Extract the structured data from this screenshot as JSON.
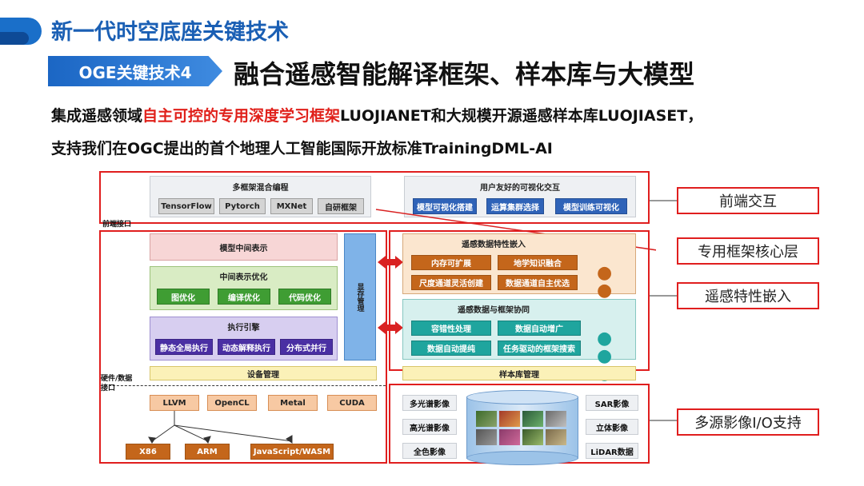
{
  "header": {
    "title": "新一代时空底座关键技术",
    "tag": "OGE关键技术4",
    "subtitle": "融合遥感智能解译框架、样本库与大模型",
    "desc_line1_pre": "集成遥感领域",
    "desc_line1_red": "自主可控的专用深度学习框架",
    "desc_line1_post": "LUOJIANET和大规模开源遥感样本库LUOJIASET，",
    "desc_line2": "支持我们在OGC提出的首个地理人工智能国际开放标准TrainingDML-AI"
  },
  "diagram": {
    "frontend_interface": "前端接口",
    "multi_framework": {
      "title": "多框架混合编程",
      "items": [
        "TensorFlow",
        "Pytorch",
        "MXNet",
        "自研框架"
      ]
    },
    "visual_interaction": {
      "title": "用户友好的可视化交互",
      "items": [
        "模型可视化搭建",
        "运算集群选择",
        "模型训练可视化"
      ]
    },
    "model_ir": "模型中间表示",
    "ir_optimization": {
      "title": "中间表示优化",
      "items": [
        "图优化",
        "编译优化",
        "代码优化"
      ]
    },
    "exec_engine": {
      "title": "执行引擎",
      "items": [
        "静态全局执行",
        "动态解释执行",
        "分布式并行"
      ]
    },
    "memory_management": "显存管理",
    "device_management": "设备管理",
    "hw_interface": "硬件/数据\n接口",
    "backends": [
      "LLVM",
      "OpenCL",
      "Metal",
      "CUDA"
    ],
    "targets": [
      "X86",
      "ARM",
      "JavaScript/WASM"
    ],
    "rs_embedding": {
      "title": "遥感数据特性嵌入",
      "items": [
        "内存可扩展",
        "地学知识融合",
        "尺度通道灵活创建",
        "数据通道自主优选"
      ]
    },
    "rs_cooperation": {
      "title": "遥感数据与框架协同",
      "items": [
        "容错性处理",
        "数据自动增广",
        "数据自动提纯",
        "任务驱动的框架搜索"
      ]
    },
    "sample_management": "样本库管理",
    "imagery_left": [
      "多光谱影像",
      "高光谱影像",
      "全色影像"
    ],
    "imagery_right": [
      "SAR影像",
      "立体影像",
      "LiDAR数据"
    ],
    "ellipsis": "● ● ●"
  },
  "labels": {
    "frontend": "前端交互",
    "core": "专用框架核心层",
    "rs_features": "遥感特性嵌入",
    "io": "多源影像I/O支持"
  },
  "colors": {
    "accent_blue": "#1a5fb4",
    "highlight_red": "#e0201a",
    "frame_red": "#e01e1e"
  }
}
